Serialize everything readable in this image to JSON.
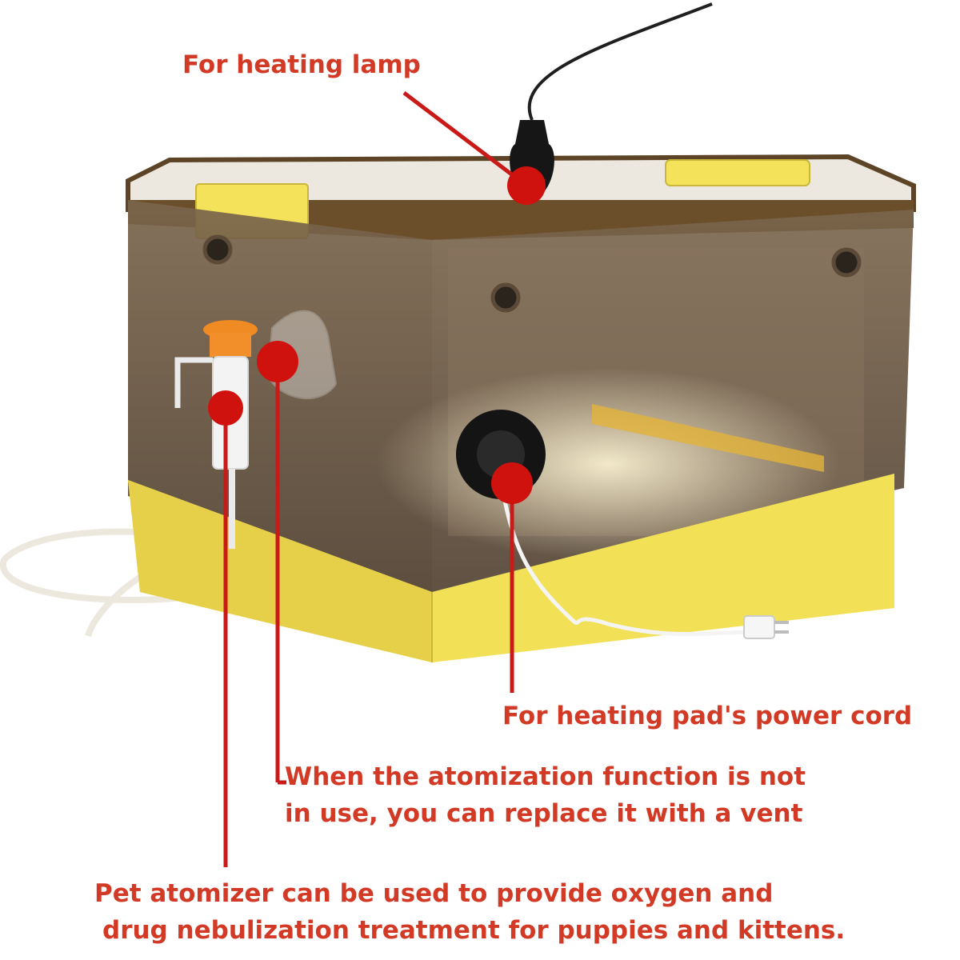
{
  "labels": {
    "heating_lamp": "For heating lamp",
    "heating_pad_cord": "For heating pad's power cord",
    "atomization_vent": [
      "When the atomization function is not",
      "in use, you can replace it with a vent"
    ],
    "pet_atomizer": [
      "Pet atomizer can be used to provide oxygen and",
      "drug nebulization treatment for puppies and kittens."
    ]
  },
  "colors": {
    "callout": "#d33a26",
    "box_tint": "#5a4632",
    "lid": "#6b4e2a",
    "base": "#f2e056",
    "latch": "#f4e25a"
  },
  "icons": [
    "lamp-socket-icon",
    "grommet-icon",
    "power-plug-icon",
    "atomizer-icon"
  ]
}
